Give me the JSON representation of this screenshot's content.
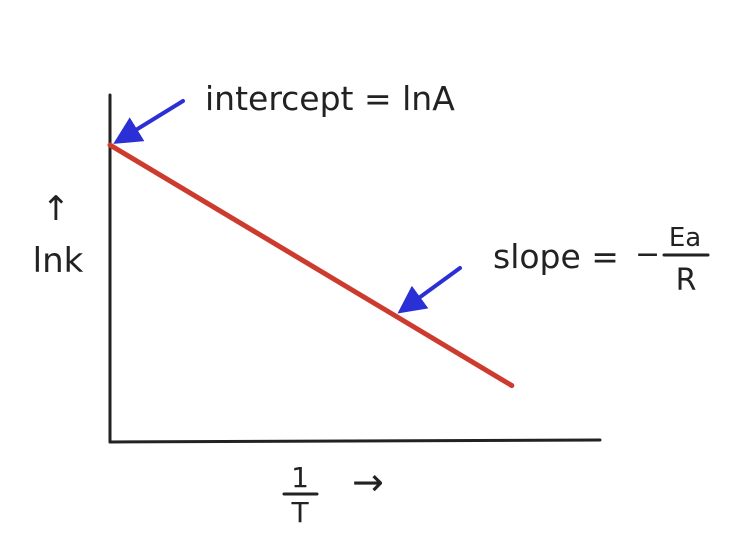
{
  "chart_data": {
    "type": "line",
    "title": "",
    "xlabel": "1/T",
    "ylabel": "lnk",
    "x_label_numerator": "1",
    "x_label_denominator": "T",
    "axis_arrow": "→",
    "axis_arrow_up": "↑",
    "xlim": [
      0,
      1
    ],
    "ylim": [
      0,
      1
    ],
    "grid": false,
    "legend": "none",
    "series": [
      {
        "x": [
          0,
          0.82
        ],
        "y": [
          1,
          0.19
        ]
      }
    ],
    "annotations": {
      "intercept": {
        "text": "intercept = lnA",
        "target": {
          "x": 0,
          "y": 1
        }
      },
      "slope": {
        "prefix": "slope =",
        "sign": "−",
        "numerator": "Ea",
        "denominator": "R",
        "target": {
          "x": 0.6,
          "y": 0.41
        }
      }
    },
    "colors": {
      "line": "#cc3b2e",
      "arrow": "#2b2fd6",
      "axis": "#222222"
    }
  }
}
